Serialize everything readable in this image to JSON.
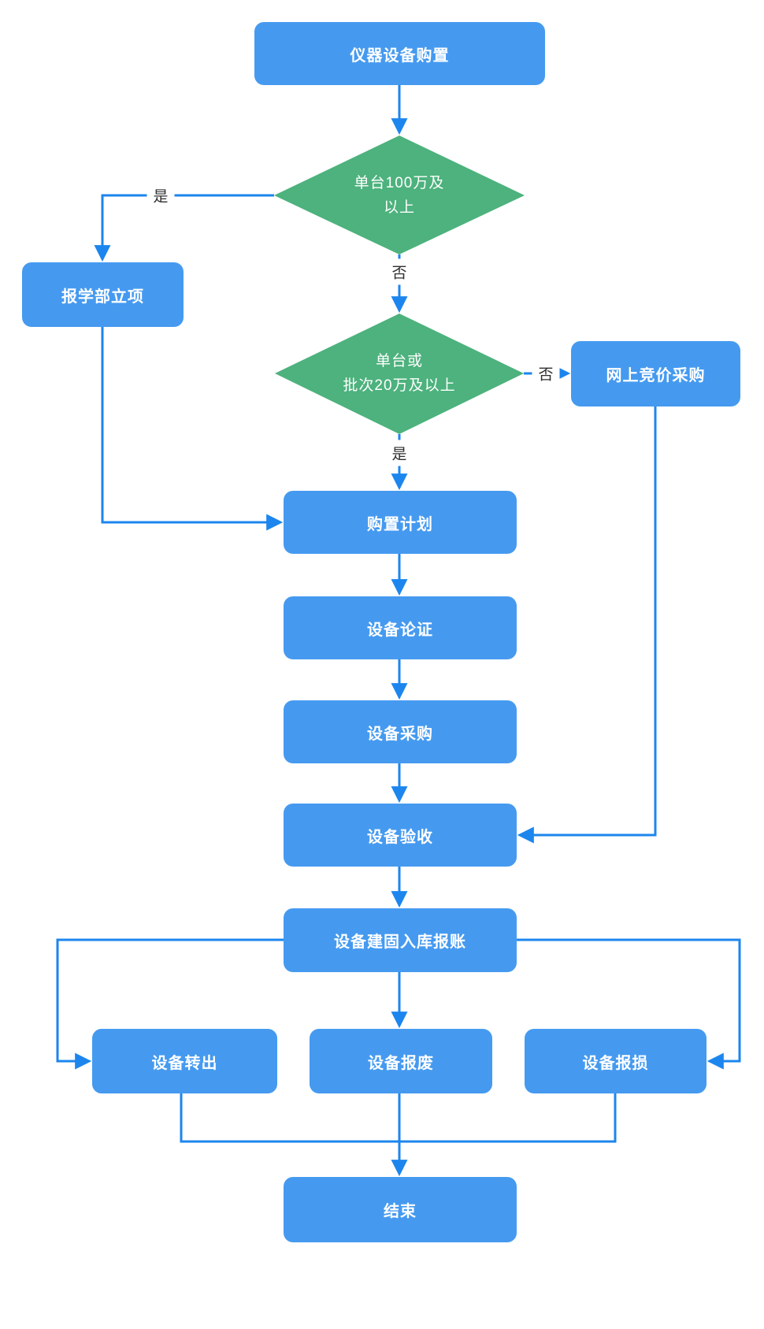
{
  "flowchart": {
    "colors": {
      "process_fill": "#459AF0",
      "decision_fill": "#4DB27D",
      "connector": "#1C86EE",
      "node_text": "#FFFFFF",
      "edge_label_text": "#2E2E2E"
    },
    "nodes": {
      "start": {
        "label": "仪器设备购置"
      },
      "decision1": {
        "line1": "单台100万及",
        "line2": "以上"
      },
      "report": {
        "label": "报学部立项"
      },
      "decision2": {
        "line1": "单台或",
        "line2": "批次20万及以上"
      },
      "bidding": {
        "label": "网上竞价采购"
      },
      "plan": {
        "label": "购置计划"
      },
      "review": {
        "label": "设备论证"
      },
      "procure": {
        "label": "设备采购"
      },
      "accept": {
        "label": "设备验收"
      },
      "register": {
        "label": "设备建固入库报账"
      },
      "transfer": {
        "label": "设备转出"
      },
      "scrap": {
        "label": "设备报废"
      },
      "damage": {
        "label": "设备报损"
      },
      "end": {
        "label": "结束"
      }
    },
    "edge_labels": {
      "decision1_yes": "是",
      "decision1_no": "否",
      "decision2_no": "否",
      "decision2_yes": "是"
    },
    "edges": [
      {
        "from": "start",
        "to": "decision1",
        "label": ""
      },
      {
        "from": "decision1",
        "to": "report",
        "label": "是"
      },
      {
        "from": "decision1",
        "to": "decision2",
        "label": "否"
      },
      {
        "from": "decision2",
        "to": "bidding",
        "label": "否"
      },
      {
        "from": "decision2",
        "to": "plan",
        "label": "是"
      },
      {
        "from": "report",
        "to": "plan",
        "label": ""
      },
      {
        "from": "plan",
        "to": "review",
        "label": ""
      },
      {
        "from": "review",
        "to": "procure",
        "label": ""
      },
      {
        "from": "procure",
        "to": "accept",
        "label": ""
      },
      {
        "from": "bidding",
        "to": "accept",
        "label": ""
      },
      {
        "from": "accept",
        "to": "register",
        "label": ""
      },
      {
        "from": "register",
        "to": "transfer",
        "label": ""
      },
      {
        "from": "register",
        "to": "scrap",
        "label": ""
      },
      {
        "from": "register",
        "to": "damage",
        "label": ""
      },
      {
        "from": "transfer",
        "to": "end",
        "label": ""
      },
      {
        "from": "scrap",
        "to": "end",
        "label": ""
      },
      {
        "from": "damage",
        "to": "end",
        "label": ""
      }
    ]
  }
}
